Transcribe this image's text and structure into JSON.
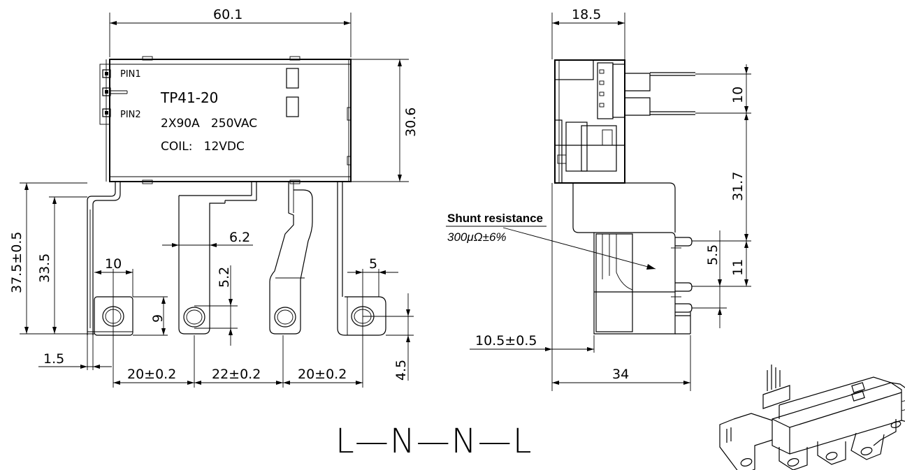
{
  "front_view": {
    "width_dim": "60.1",
    "height_dim": "30.6",
    "model": "TP41-20",
    "rating": "2X90A   250VAC",
    "coil": "COIL:   12VDC",
    "pin1": "PIN1",
    "pin2": "PIN2",
    "terminal_height_total": "37.5±0.5",
    "terminal_height": "33.5",
    "terminal_width": "10",
    "terminal_strip_width": "6.2",
    "slot_dim": "5.2",
    "hole_pad_height": "9",
    "right_small_dim": "5",
    "edge_offset": "1.5",
    "spacing_1": "20±0.2",
    "spacing_2": "22±0.2",
    "spacing_3": "20±0.2",
    "bottom_offset": "4.5"
  },
  "side_view": {
    "depth_dim": "18.5",
    "pin_pitch": "10",
    "pin_to_shunt": "31.7",
    "shunt_label": "Shunt resistance",
    "shunt_value": "300μΩ±6%",
    "shunt_gap": "5.5",
    "shunt_span": "11",
    "offset_dim": "10.5±0.5",
    "total_depth": "34"
  },
  "configuration": "L—N—N—L",
  "icons": [
    "pin-square-icon",
    "relay-3d-icon"
  ]
}
